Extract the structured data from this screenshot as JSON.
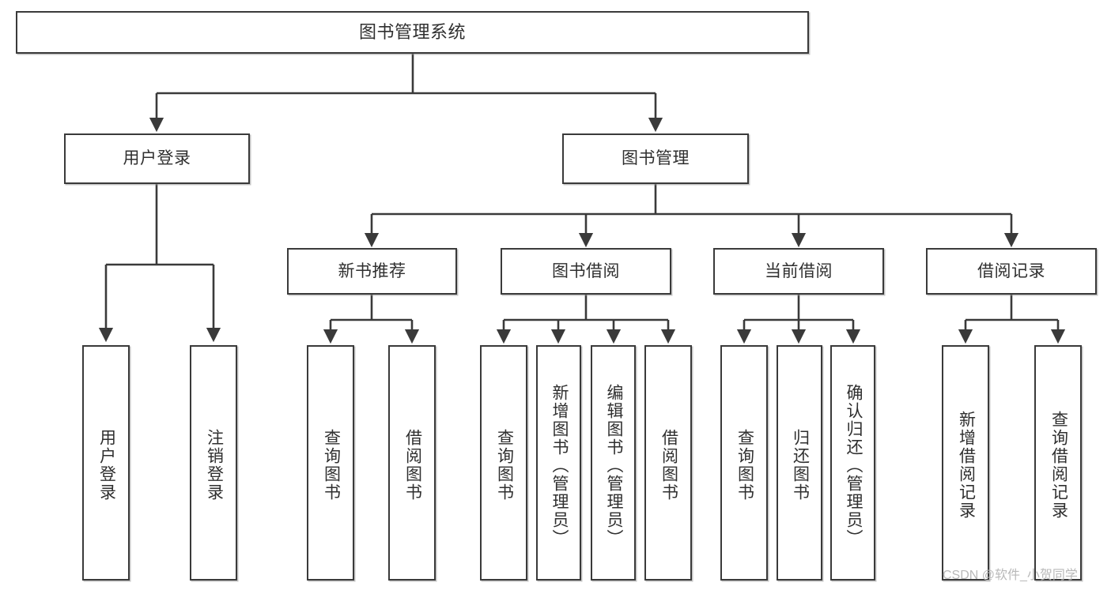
{
  "diagram": {
    "title": "图书管理系统",
    "root": {
      "label": "图书管理系统"
    },
    "level2": [
      {
        "label": "用户登录"
      },
      {
        "label": "图书管理"
      }
    ],
    "level3": [
      {
        "label": "新书推荐"
      },
      {
        "label": "图书借阅"
      },
      {
        "label": "当前借阅"
      },
      {
        "label": "借阅记录"
      }
    ],
    "leaves": {
      "user_login": [
        {
          "label": "用户登录"
        },
        {
          "label": "注销登录"
        }
      ],
      "new_book": [
        {
          "label": "查询图书"
        },
        {
          "label": "借阅图书"
        }
      ],
      "book_borrow": [
        {
          "label": "查询图书"
        },
        {
          "label": "新增图书（管理员）"
        },
        {
          "label": "编辑图书（管理员）"
        },
        {
          "label": "借阅图书"
        }
      ],
      "current_borrow": [
        {
          "label": "查询图书"
        },
        {
          "label": "归还图书"
        },
        {
          "label": "确认归还（管理员）"
        }
      ],
      "borrow_record": [
        {
          "label": "新增借阅记录"
        },
        {
          "label": "查询借阅记录"
        }
      ]
    }
  },
  "watermark": {
    "text": "CSDN @软件_小贺同学"
  },
  "colors": {
    "border": "#3a3a3a",
    "text": "#2f2f2f",
    "background": "#ffffff",
    "watermark": "#b9b9b9"
  }
}
